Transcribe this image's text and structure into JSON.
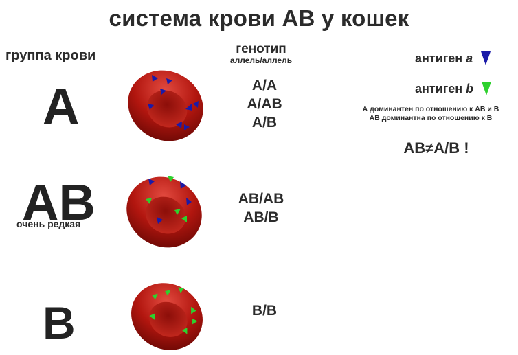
{
  "title": "система крови АВ у кошек",
  "headers": {
    "blood_group": "группа крови",
    "genotype": "генотип",
    "genotype_sub": "аллель/аллель"
  },
  "groups": [
    {
      "label": "A",
      "note": "",
      "genotypes": [
        "A/A",
        "A/AB",
        "A/B"
      ]
    },
    {
      "label": "AB",
      "note": "очень редкая",
      "genotypes": [
        "AB/AB",
        "AB/B"
      ]
    },
    {
      "label": "B",
      "note": "",
      "genotypes": [
        "B/B"
      ]
    }
  ],
  "legend": {
    "antigen_a_prefix": "антиген",
    "antigen_a_letter": "a",
    "antigen_b_prefix": "антиген",
    "antigen_b_letter": "b",
    "note_line1": "А доминантен по отношению к АВ и В",
    "note_line2": "АВ доминантна по отношению к В",
    "inequality": "AB≠A/B !"
  },
  "colors": {
    "antigen_a": "#1a1aa8",
    "antigen_b": "#2ed12e",
    "cell": "#b01a14"
  },
  "icons": [
    "red-blood-cell-icon",
    "antigen-a-triangle-icon",
    "antigen-b-triangle-icon"
  ]
}
